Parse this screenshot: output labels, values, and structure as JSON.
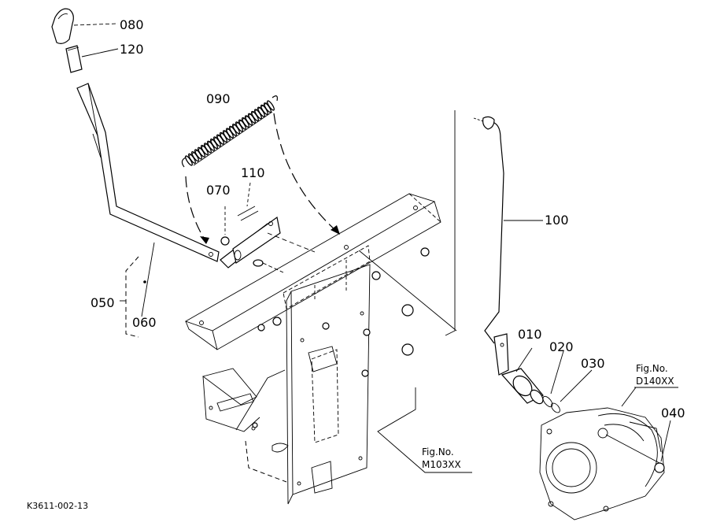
{
  "callouts": {
    "p080": "080",
    "p120": "120",
    "p090": "090",
    "p110": "110",
    "p070": "070",
    "p100": "100",
    "p050": "050",
    "p060": "060",
    "p010": "010",
    "p020": "020",
    "p030": "030",
    "p040": "040"
  },
  "figure_refs": {
    "d140_line1": "Fig.No.",
    "d140_line2": "D140XX",
    "m103_line1": "Fig.No.",
    "m103_line2": "M103XX"
  },
  "document_id": "K3611-002-13"
}
